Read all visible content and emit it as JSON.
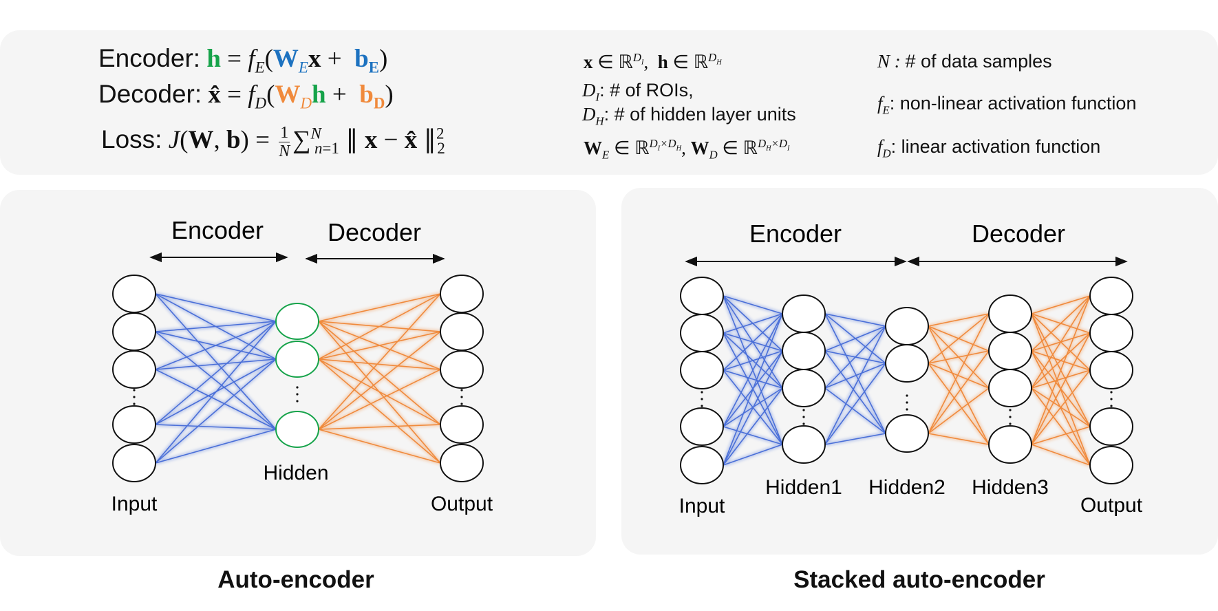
{
  "equations": {
    "encoder_label": "Encoder:",
    "decoder_label": "Decoder:",
    "loss_label": "Loss:"
  },
  "definitions": {
    "di_desc": ": # of ROIs,",
    "dh_desc": ": # of hidden layer units",
    "n_desc": "# of  data samples",
    "fe_desc": ": non-linear activation function",
    "fd_desc": ": linear activation function"
  },
  "left_diagram": {
    "encoder": "Encoder",
    "decoder": "Decoder",
    "input": "Input",
    "hidden": "Hidden",
    "output": "Output"
  },
  "right_diagram": {
    "encoder": "Encoder",
    "decoder": "Decoder",
    "input": "Input",
    "hidden1": "Hidden1",
    "hidden2": "Hidden2",
    "hidden3": "Hidden3",
    "output": "Output"
  },
  "captions": {
    "left": "Auto-encoder",
    "right": "Stacked auto-encoder"
  },
  "colors": {
    "encoder_lines": "#4a6fd8",
    "decoder_lines": "#f08a3c",
    "hidden_circle": "#16a34a",
    "panel": "#f5f5f5"
  }
}
